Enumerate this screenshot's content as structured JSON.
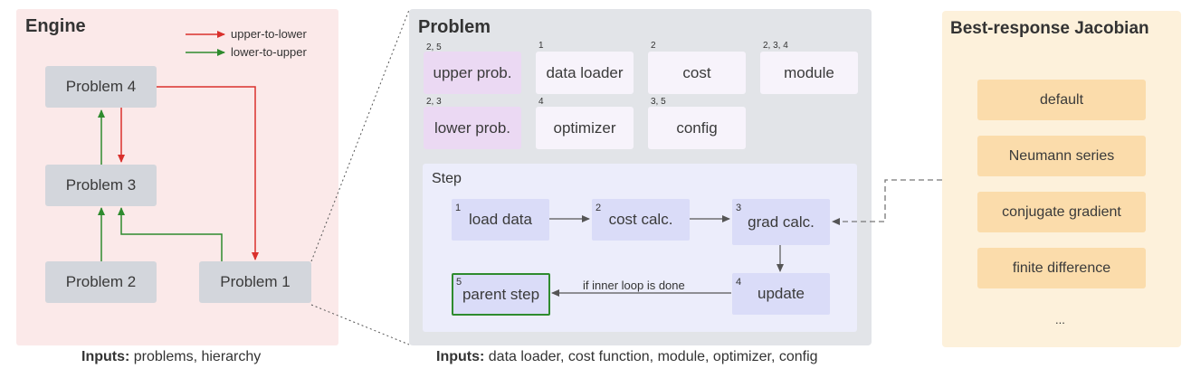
{
  "engine": {
    "title": "Engine",
    "legend": {
      "upper_to_lower": "upper-to-lower",
      "lower_to_upper": "lower-to-upper"
    },
    "nodes": {
      "p4": "Problem 4",
      "p3": "Problem 3",
      "p2": "Problem 2",
      "p1": "Problem 1"
    },
    "inputs_label": "Inputs:",
    "inputs_value": " problems, hierarchy"
  },
  "problem": {
    "title": "Problem",
    "components": {
      "upper": {
        "label": "upper prob.",
        "sup": "2, 5"
      },
      "data_loader": {
        "label": "data loader",
        "sup": "1"
      },
      "cost": {
        "label": "cost",
        "sup": "2"
      },
      "module": {
        "label": "module",
        "sup": "2, 3, 4"
      },
      "lower": {
        "label": "lower prob.",
        "sup": "2, 3"
      },
      "optimizer": {
        "label": "optimizer",
        "sup": "4"
      },
      "config": {
        "label": "config",
        "sup": "3, 5"
      }
    },
    "step": {
      "title": "Step",
      "load": {
        "num": "1",
        "label": "load data"
      },
      "cost": {
        "num": "2",
        "label": "cost calc."
      },
      "grad": {
        "num": "3",
        "label": "grad calc."
      },
      "update": {
        "num": "4",
        "label": "update"
      },
      "parent": {
        "num": "5",
        "label": "parent step"
      },
      "edge_label": "if inner loop is done"
    },
    "inputs_label": "Inputs:",
    "inputs_value": " data loader, cost function, module, optimizer, config"
  },
  "jacobian": {
    "title": "Best-response Jacobian",
    "items": [
      "default",
      "Neumann series",
      "conjugate gradient",
      "finite difference"
    ],
    "ellipsis": "..."
  },
  "colors": {
    "red": "#d9302c",
    "green": "#2e8b2e",
    "gray": "#555555"
  }
}
